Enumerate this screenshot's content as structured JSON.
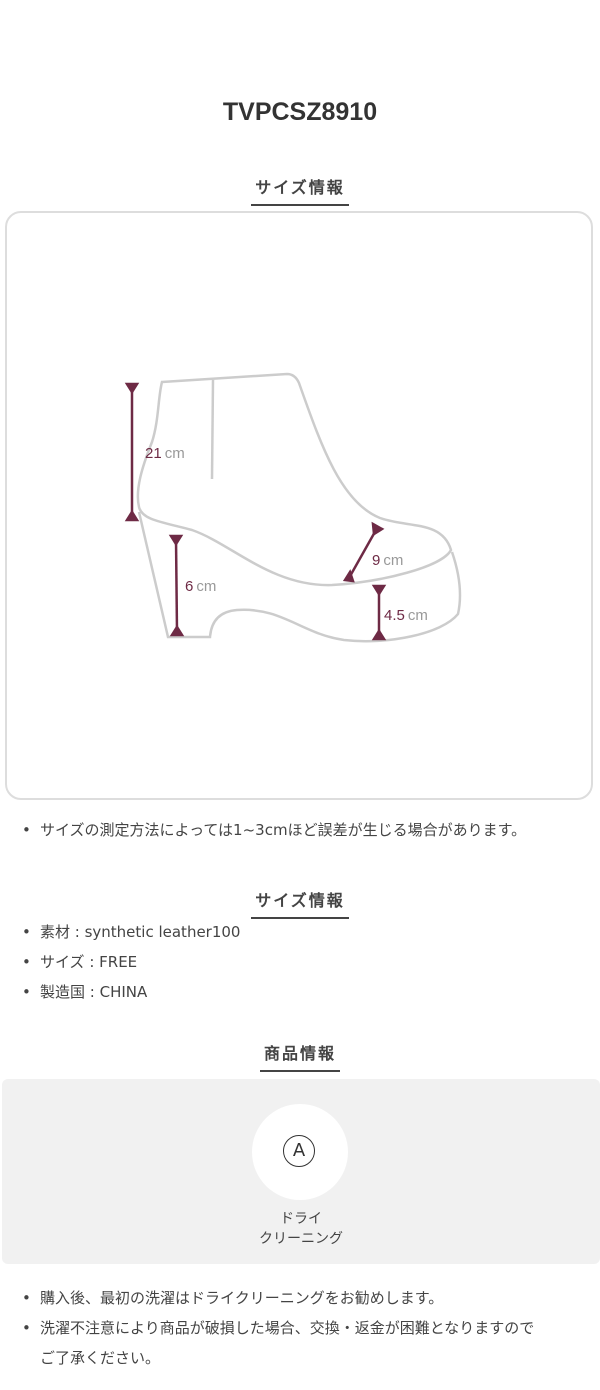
{
  "product_code": "TVPCSZ8910",
  "size_section": {
    "title": "サイズ情報",
    "measurements": {
      "shaft_height": "21",
      "heel_height": "6",
      "toe_width": "9",
      "platform_height": "4.5",
      "unit": "cm"
    },
    "note": "サイズの測定方法によっては1~3cmほど誤差が生じる場合があります。"
  },
  "spec_section": {
    "title": "サイズ情報",
    "items": [
      "素材 : synthetic leather100",
      "サイズ : FREE",
      "製造国 : CHINA"
    ]
  },
  "product_section": {
    "title": "商品情報",
    "care_icon_letter": "A",
    "care_label_line1": "ドライ",
    "care_label_line2": "クリーニング",
    "notes": [
      "購入後、最初の洗濯はドライクリーニングをお勧めします。",
      "洗濯不注意により商品が破損した場合、交換・返金が困難となりますので",
      "ご了承ください。"
    ]
  },
  "colors": {
    "accent": "#6e2a45",
    "outline": "#cccccc"
  }
}
